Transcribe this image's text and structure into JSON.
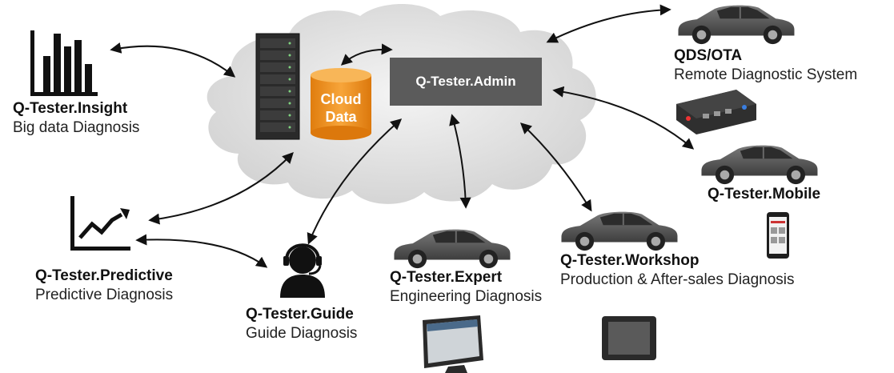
{
  "center": {
    "label": "Q-Tester.Admin",
    "database_label": [
      "Cloud",
      "Data"
    ]
  },
  "nodes": {
    "insight": {
      "title": "Q-Tester.Insight",
      "subtitle": "Big data Diagnosis"
    },
    "predictive": {
      "title": "Q-Tester.Predictive",
      "subtitle": "Predictive Diagnosis"
    },
    "guide": {
      "title": "Q-Tester.Guide",
      "subtitle": "Guide Diagnosis"
    },
    "expert": {
      "title": "Q-Tester.Expert",
      "subtitle": "Engineering Diagnosis"
    },
    "workshop": {
      "title": "Q-Tester.Workshop",
      "subtitle": "Production & After-sales Diagnosis"
    },
    "mobile": {
      "title": "Q-Tester.Mobile",
      "subtitle": ""
    },
    "qds": {
      "title": "QDS/OTA",
      "subtitle": "Remote Diagnostic System"
    }
  },
  "colors": {
    "cloud": "#e4e4e4",
    "admin": "#5b5b5b",
    "database": "#f0941e",
    "car": "#5a5a5a",
    "arrow": "#111111"
  }
}
